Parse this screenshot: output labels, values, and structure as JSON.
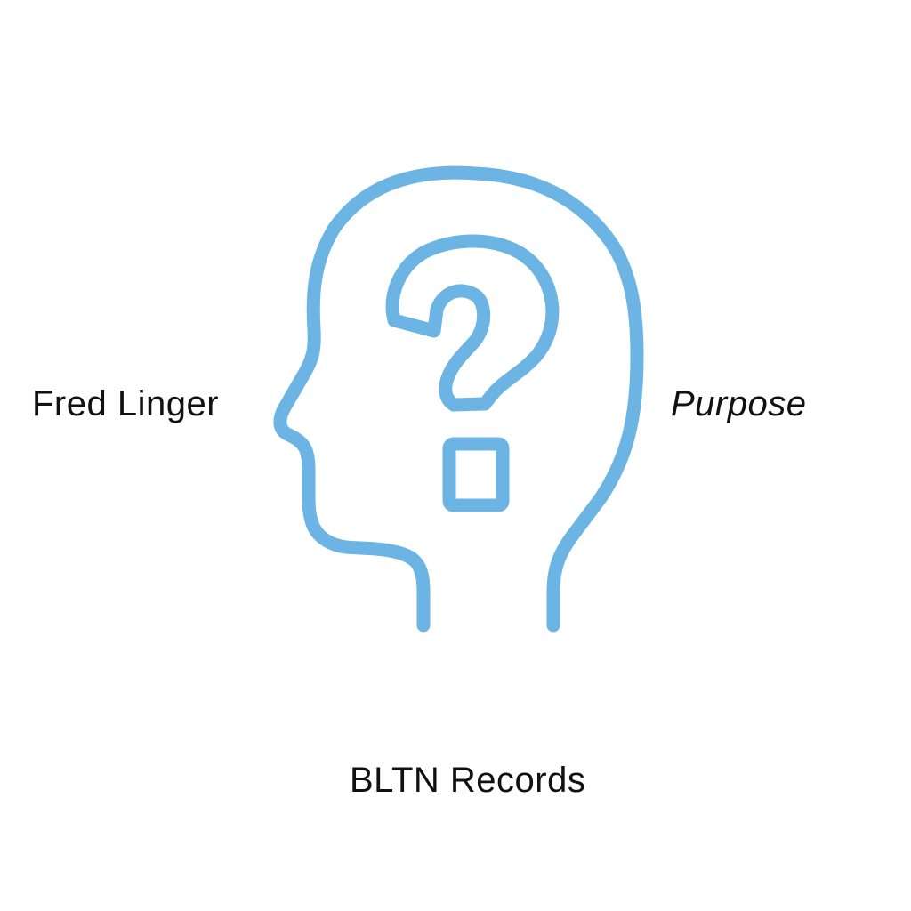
{
  "cover": {
    "artist": "Fred Linger",
    "title": "Purpose",
    "record_label": "BLTN Records"
  },
  "icon": {
    "name": "head-question-mark-icon",
    "stroke_color": "#6cb4e4"
  },
  "colors": {
    "background": "#ffffff",
    "text": "#111111"
  }
}
